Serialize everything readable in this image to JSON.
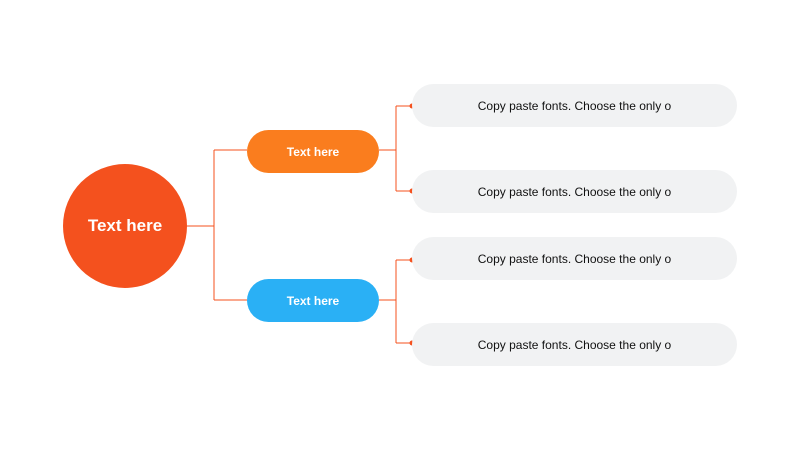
{
  "diagram": {
    "root": {
      "label": "Text here",
      "color": "#f4511e"
    },
    "branches": [
      {
        "label": "Text here",
        "color": "#fa7d1e"
      },
      {
        "label": "Text here",
        "color": "#2ab0f5"
      }
    ],
    "leaves": [
      {
        "text": "Copy paste fonts. Choose the only o"
      },
      {
        "text": "Copy paste fonts. Choose the only o"
      },
      {
        "text": "Copy paste fonts. Choose the only o"
      },
      {
        "text": "Copy paste fonts. Choose the only o"
      }
    ],
    "connector_color": "#f4511e",
    "leaf_fill": "#f1f2f3"
  }
}
